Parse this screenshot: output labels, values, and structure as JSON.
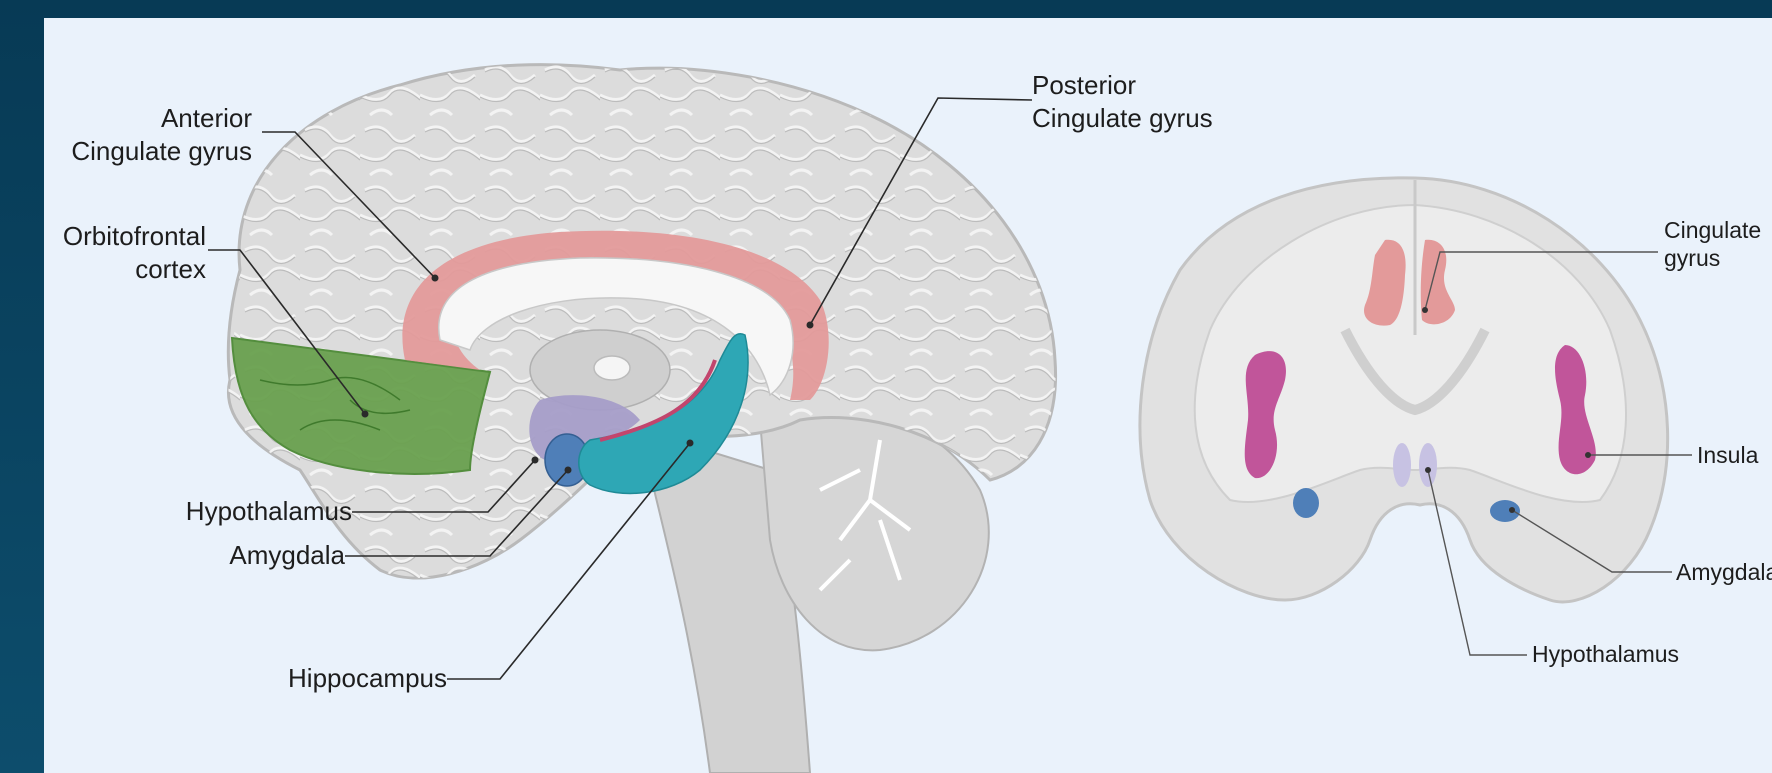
{
  "sagittal_labels": {
    "anterior_cingulate": [
      "Anterior",
      "Cingulate gyrus"
    ],
    "posterior_cingulate": [
      "Posterior",
      "Cingulate gyrus"
    ],
    "orbitofrontal": [
      "Orbitofrontal",
      "cortex"
    ],
    "hypothalamus": "Hypothalamus",
    "amygdala": "Amygdala",
    "hippocampus": "Hippocampus"
  },
  "coronal_labels": {
    "cingulate": [
      "Cingulate",
      "gyrus"
    ],
    "insula": "Insula",
    "amygdala": "Amygdala",
    "hypothalamus": "Hypothalamus"
  },
  "colors": {
    "cingulate": "#e39a9a",
    "orbitofrontal": "#6aa14f",
    "hypothalamus": "#a59dc8",
    "amygdala": "#4f7fb8",
    "hippocampus": "#2ea7b5",
    "insula": "#c1559a",
    "brain": "#dcdcdc",
    "brain_outline": "#b9b9b9"
  }
}
